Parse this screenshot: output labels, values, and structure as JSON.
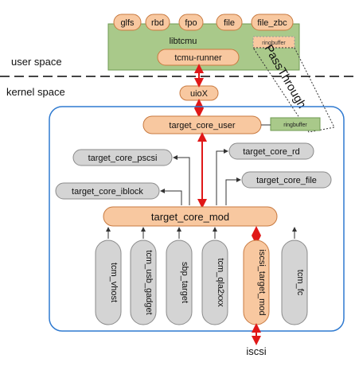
{
  "user_space": {
    "label": "user space",
    "plugins": [
      "glfs",
      "rbd",
      "fpo",
      "file",
      "file_zbc"
    ],
    "libtcmu": "libtcmu",
    "ringbuffer_user": "ringbuffer",
    "tcmu_runner": "tcmu-runner"
  },
  "kernel_space": {
    "label": "kernel space",
    "uiox": "uioX",
    "passthrough": "PassThrough",
    "target_core_user": "target_core_user",
    "ringbuffer_kernel": "ringbuffer",
    "backstores_left": [
      "target_core_pscsi",
      "target_core_iblock"
    ],
    "backstores_right": [
      "target_core_rd",
      "target_core_file"
    ],
    "target_core_mod": "target_core_mod",
    "fabrics": [
      "tcm_vhost",
      "tcm_usb_gadget",
      "sbp_target",
      "tcm_qla2xxx",
      "iscsi_target_mod",
      "tcm_fc"
    ]
  },
  "bottom_label": "iscsi",
  "colors": {
    "orange_fill": "#f8c8a0",
    "orange_stroke": "#c87a40",
    "gray_fill": "#d4d4d4",
    "gray_stroke": "#8a8a8a",
    "green_fill": "#a9c98a",
    "green_stroke": "#6f9a52",
    "blue_border": "#2f7ad0",
    "red_arrow": "#e01818"
  }
}
